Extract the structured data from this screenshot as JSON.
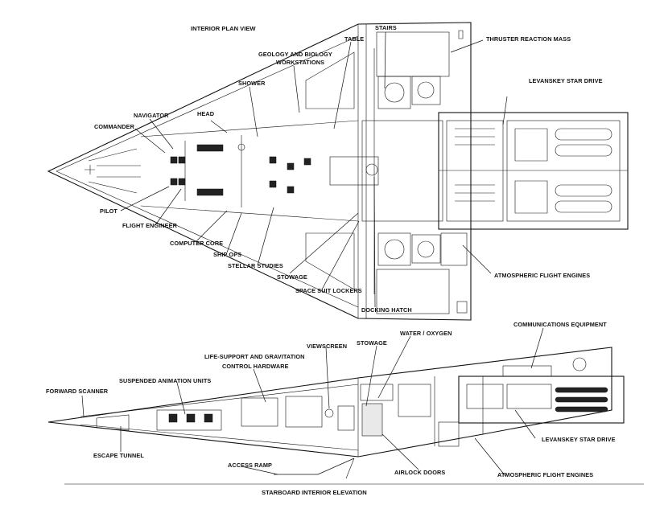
{
  "titles": {
    "plan": "INTERIOR PLAN VIEW",
    "elevation": "STARBOARD INTERIOR ELEVATION"
  },
  "labels": {
    "table": "TABLE",
    "stairs": "STAIRS",
    "thruster_reaction_mass": "THRUSTER REACTION MASS",
    "geology_line1": "GEOLOGY AND BIOLOGY",
    "geology_line2": "WORKSTATIONS",
    "shower": "SHOWER",
    "head": "HEAD",
    "navigator": "NAVIGATOR",
    "commander": "COMMANDER",
    "levanskey_star_drive": "LEVANSKEY STAR DRIVE",
    "pilot": "PILOT",
    "flight_engineer": "FLIGHT ENGINEER",
    "computer_core": "COMPUTER CORE",
    "ship_ops": "SHIP OPS",
    "stellar_studies": "STELLAR STUDIES",
    "stowage": "STOWAGE",
    "space_suit_lockers": "SPACE SUIT LOCKERS",
    "docking_hatch": "DOCKING HATCH",
    "atmospheric_flight_engines": "ATMOSPHERIC FLIGHT ENGINES",
    "water_oxygen": "WATER / OXYGEN",
    "communications_equipment": "COMMUNICATIONS EQUIPMENT",
    "viewscreen": "VIEWSCREEN",
    "life_support_line1": "LIFE-SUPPORT AND GRAVITATION",
    "life_support_line2": "CONTROL HARDWARE",
    "suspended_animation_units": "SUSPENDED ANIMATION UNITS",
    "forward_scanner": "FORWARD SCANNER",
    "escape_tunnel": "ESCAPE TUNNEL",
    "access_ramp": "ACCESS RAMP",
    "airlock_doors": "AIRLOCK DOORS"
  }
}
